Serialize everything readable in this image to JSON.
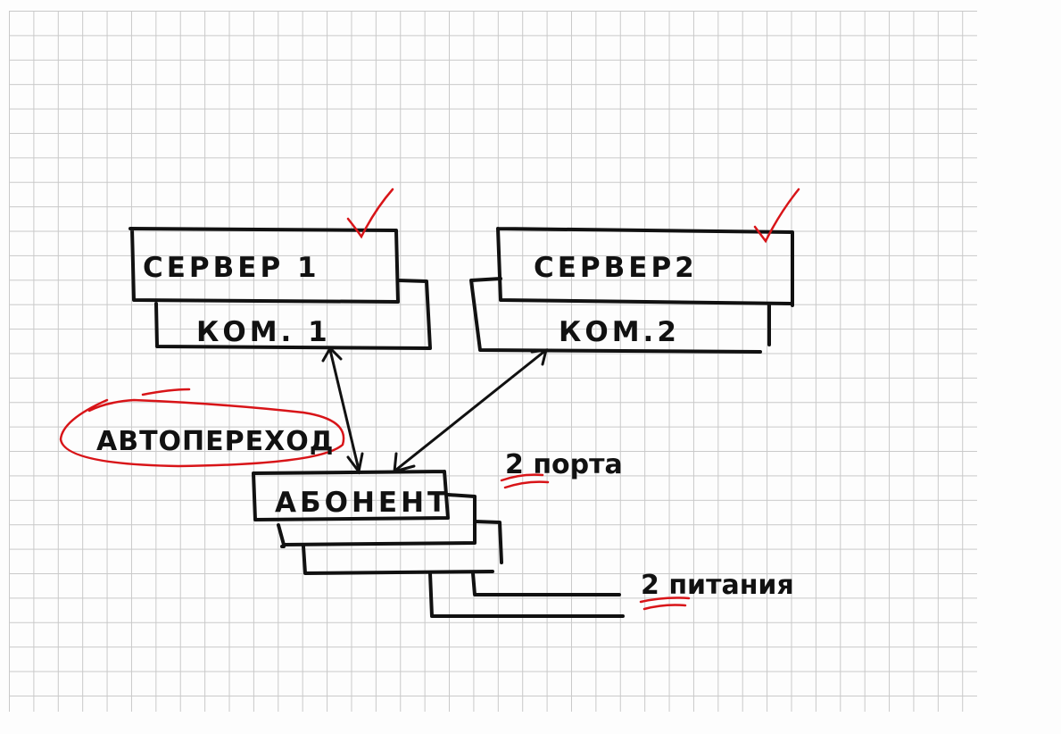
{
  "diagram": {
    "server1": {
      "title": "СЕРВЕР 1",
      "com": "КОМ. 1",
      "checked": true
    },
    "server2": {
      "title": "СЕРВЕР2",
      "com": "КОМ.2",
      "checked": true
    },
    "autoswitch": "АВТОПЕРЕХОД",
    "subscriber": "АБОНЕНТ",
    "ports_note": "2 порта",
    "power_note": "2 питания"
  },
  "colors": {
    "ink": "#111111",
    "red_pen": "#d81418",
    "grid": "#c9c9c9"
  }
}
